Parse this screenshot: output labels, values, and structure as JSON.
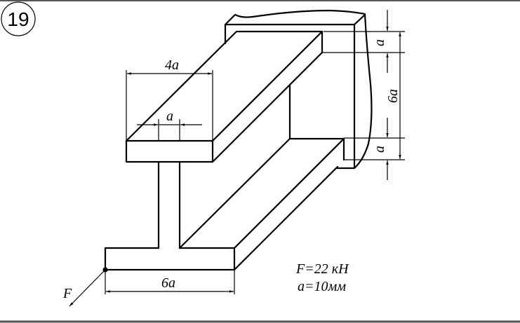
{
  "problem_number": "19",
  "dimensions": {
    "top_flange_width": "4a",
    "web_thickness": "a",
    "bottom_flange_width": "6a",
    "right_top_flange": "a",
    "right_height": "6a",
    "right_bottom_flange": "a"
  },
  "force_label": "F",
  "given": {
    "force": "F=22 кН",
    "a": "a=10мм"
  }
}
